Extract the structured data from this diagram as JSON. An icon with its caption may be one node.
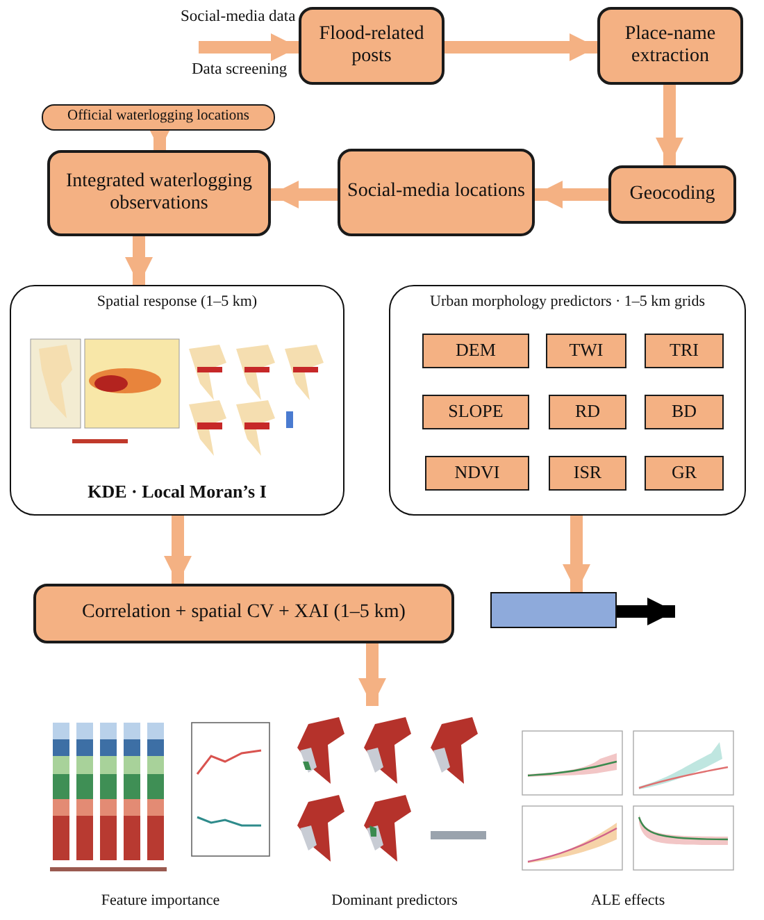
{
  "diagram": {
    "nodes": [
      {
        "text": [
          "Flood-related posts"
        ]
      },
      {
        "text": [
          "Place-name extraction"
        ]
      },
      {
        "text": [
          "Official waterlogging locations"
        ]
      },
      {
        "text": [
          "Integrated waterlogging observations"
        ]
      },
      {
        "text": [
          "Social-media locations"
        ]
      },
      {
        "text": [
          "Geocoding"
        ]
      },
      {
        "text": [
          "Spatial response (1–5 km)",
          "KDE · Local Moran’s I"
        ]
      },
      {
        "text": [
          "Urban morphology predictors · 1–5 km grids"
        ]
      },
      {
        "text": [
          "DEM"
        ],
        "in": 7
      },
      {
        "text": [
          "TWI"
        ],
        "in": 7
      },
      {
        "text": [
          "TRI"
        ],
        "in": 7
      },
      {
        "text": [
          "SLOPE"
        ],
        "in": 7
      },
      {
        "text": [
          "RD"
        ],
        "in": 7
      },
      {
        "text": [
          "BD"
        ],
        "in": 7
      },
      {
        "text": [
          "NDVI"
        ],
        "in": 7
      },
      {
        "text": [
          "ISR"
        ],
        "in": 7
      },
      {
        "text": [
          "GR"
        ],
        "in": 7
      },
      {
        "text": [
          "Correlation + spatial CV + XAI (1–5 km)"
        ]
      },
      {
        "text": [],
        "shape": "box"
      },
      {
        "text": [],
        "shape": "picture",
        "beside": [
          "Feature importance"
        ]
      },
      {
        "text": [],
        "shape": "picture",
        "beside": [
          "Dominant predictors"
        ]
      },
      {
        "text": [],
        "shape": "picture",
        "beside": [
          "ALE effects"
        ]
      }
    ],
    "edges": [
      {
        "from": null,
        "to": 0,
        "arrow": "to",
        "label": "Social-media data"
      },
      {
        "from": 0,
        "to": 1,
        "arrow": "to"
      },
      {
        "from": 1,
        "to": 5,
        "arrow": "to"
      },
      {
        "from": 5,
        "to": 4,
        "arrow": "to"
      },
      {
        "from": 4,
        "to": 3,
        "arrow": "to"
      },
      {
        "from": 2,
        "to": 3,
        "arrow": "to"
      },
      {
        "from": 3,
        "to": 6,
        "arrow": "to"
      },
      {
        "from": 6,
        "to": 17,
        "arrow": "to"
      },
      {
        "from": 7,
        "to": 18,
        "arrow": "to"
      },
      {
        "from": 18,
        "to": null,
        "arrow": "to",
        "color": "#000000"
      },
      {
        "from": 17,
        "to": 20,
        "arrow": "to"
      }
    ],
    "labels": [
      "Data screening"
    ]
  }
}
